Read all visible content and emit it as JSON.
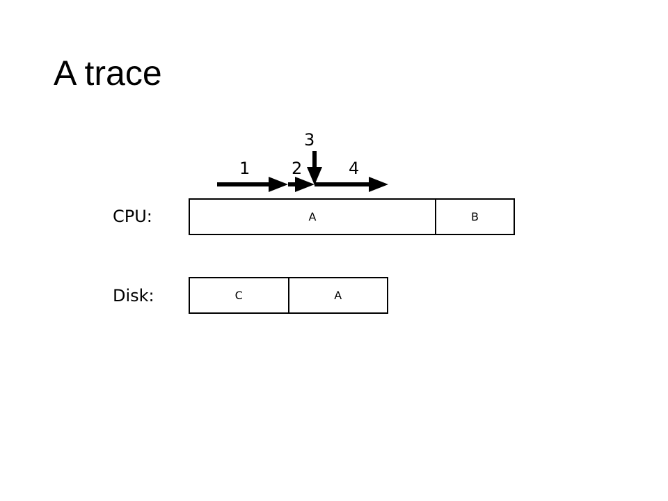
{
  "title": "A trace",
  "steps": [
    "1",
    "2",
    "3",
    "4"
  ],
  "rows": {
    "cpu": {
      "label": "CPU:",
      "segments": [
        {
          "label": "A",
          "fraction": 0.76
        },
        {
          "label": "B",
          "fraction": 0.24
        }
      ]
    },
    "disk": {
      "label": "Disk:",
      "segments": [
        {
          "label": "C",
          "fraction": 0.5
        },
        {
          "label": "A",
          "fraction": 0.5
        }
      ]
    }
  },
  "colors": {
    "ink": "#000000",
    "background": "#ffffff"
  }
}
